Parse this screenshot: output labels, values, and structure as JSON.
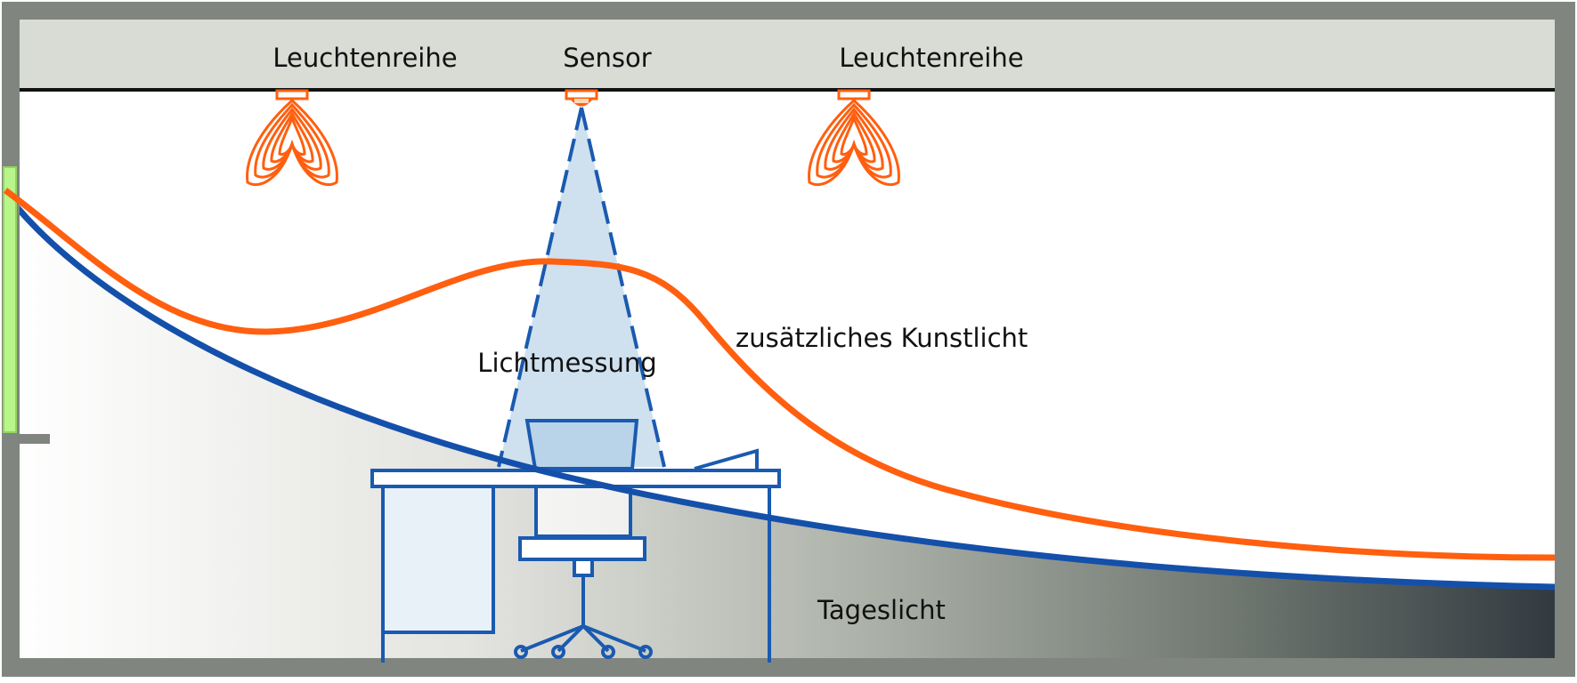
{
  "labels": {
    "luminaire_row_left": "Leuchtenreihe",
    "sensor": "Sensor",
    "luminaire_row_right": "Leuchtenreihe",
    "measurement": "Lichtmessung",
    "artificial_light": "zusätzliches Kunstlicht",
    "daylight": "Tageslicht"
  },
  "colors": {
    "wall": "#808580",
    "ceiling": "#d9dbd5",
    "artificial_curve": "#ff5f0f",
    "daylight_curve": "#1450aa",
    "furniture_stroke": "#1a5ab0",
    "cone_fill": "#cfe1ef",
    "luminaire": "#ff5f0f",
    "window": "#b8f58a",
    "daylight_gradient_light": "#ffffff",
    "daylight_gradient_dark": "#323a40"
  },
  "icons": {
    "luminaire": "luminaire-icon",
    "sensor": "sensor-icon",
    "desk": "desk-icon",
    "chair": "office-chair-icon",
    "monitor": "monitor-icon",
    "window": "window-icon"
  }
}
